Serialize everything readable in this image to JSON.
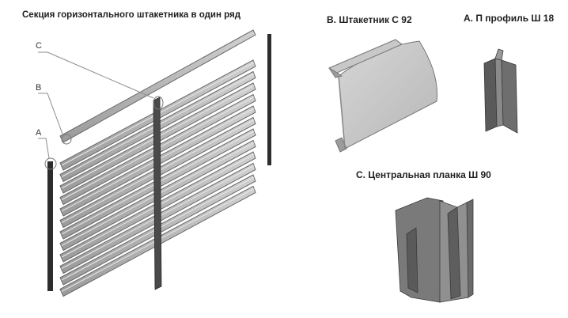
{
  "title": "Секция горизонтального штакетника в один ряд",
  "callouts": {
    "c": "C",
    "b": "B",
    "a": "A"
  },
  "parts": {
    "b": {
      "label": "В. Штакетник С 92"
    },
    "a": {
      "label": "А. П профиль Ш 18"
    },
    "c": {
      "label": "С.  Центральная планка Ш 90"
    }
  },
  "slat_count": 12,
  "colors": {
    "metal_light": "#c6c6c6",
    "metal_mid": "#a4a4a4",
    "metal_dark": "#6f6f6f",
    "post": "#2d2d2d",
    "leader": "#8c8c8c"
  }
}
